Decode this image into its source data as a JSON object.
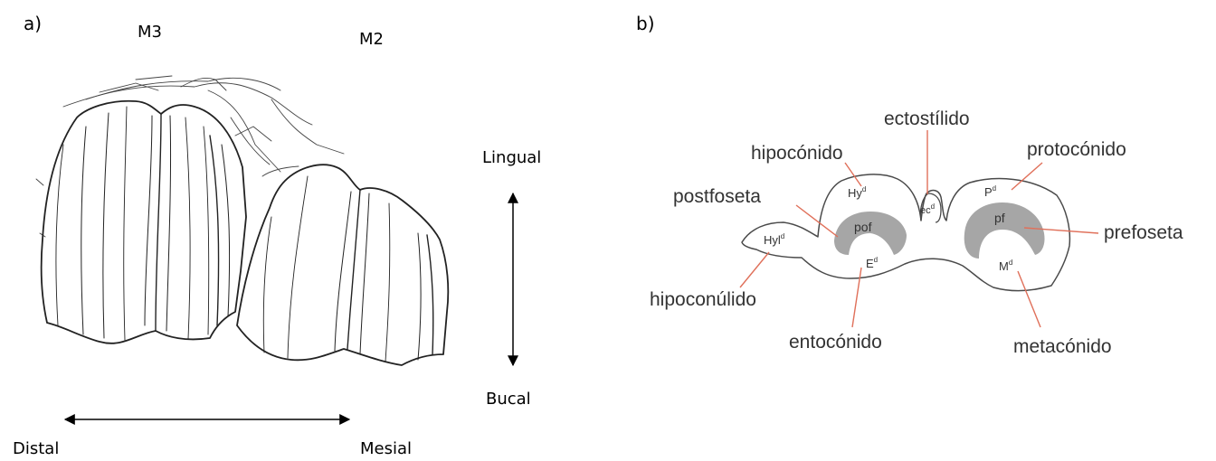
{
  "panel_a": {
    "label": "a)",
    "teeth": {
      "m3": "M3",
      "m2": "M2"
    },
    "orientation": {
      "lingual": "Lingual",
      "bucal": "Bucal",
      "distal": "Distal",
      "mesial": "Mesial"
    }
  },
  "panel_b": {
    "label": "b)",
    "labels": {
      "ectostilido": "ectostílido",
      "hipoconido": "hipocónido",
      "protoconido": "protocónido",
      "postfoseta": "postfoseta",
      "prefoseta": "prefoseta",
      "hipoconulido": "hipoconúlido",
      "entoconido": "entocónido",
      "metaconido": "metacónido"
    },
    "cusps": {
      "hy": "Hy",
      "hyl": "Hyl",
      "e": "E",
      "p": "P",
      "m": "M",
      "ec": "ec",
      "superscript": "d",
      "pof": "pof",
      "pf": "pf"
    }
  },
  "colors": {
    "leader_line": "#e0705a",
    "foseta_fill": "#a6a6a6",
    "outline": "#4a4a4a"
  }
}
